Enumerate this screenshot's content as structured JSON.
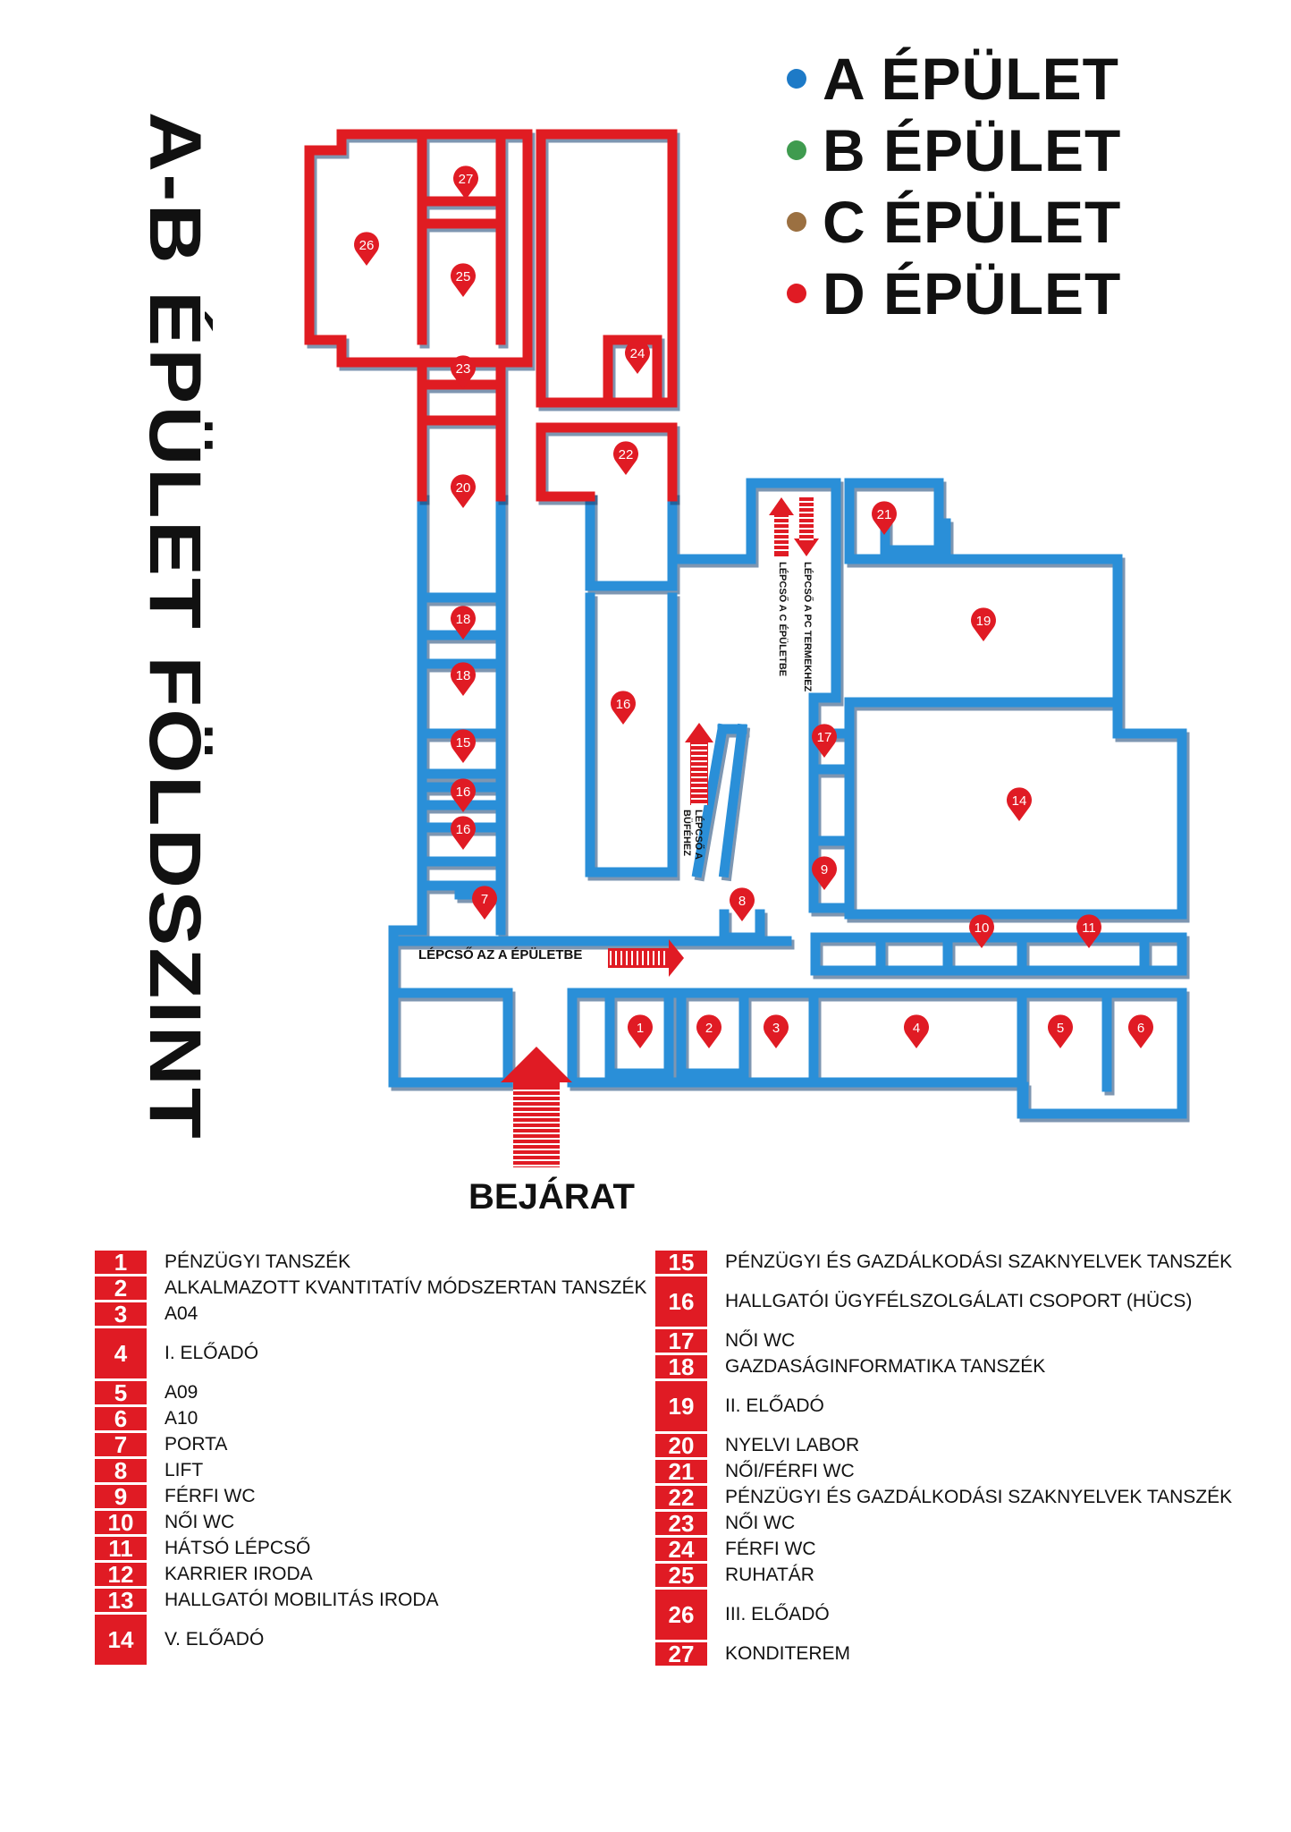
{
  "title": "A-B ÉPÜLET FÖLDSZINT",
  "legend": [
    {
      "label": "A ÉPÜLET",
      "color": "#1d7ac7"
    },
    {
      "label": "B ÉPÜLET",
      "color": "#3f9b4f"
    },
    {
      "label": "C ÉPÜLET",
      "color": "#9b7041"
    },
    {
      "label": "D ÉPÜLET",
      "color": "#e01b24"
    }
  ],
  "colors": {
    "building_a": "#2a8fd8",
    "building_d": "#e01b24",
    "marker": "#e01b24"
  },
  "map": {
    "entrance_label": "BEJÁRAT",
    "stair_labels": {
      "main": "LÉPCSŐ AZ A ÉPÜLETBE",
      "buffet_1": "LÉPCSŐ A",
      "buffet_2": "BÜFÉHEZ",
      "c_building": "LÉPCSŐ A C ÉPÜLETBE",
      "pc_rooms": "LÉPCSŐ A PC TERMEKHEZ"
    },
    "markers": [
      "27",
      "26",
      "25",
      "24",
      "23",
      "22",
      "20",
      "21",
      "18",
      "18",
      "19",
      "16",
      "15",
      "17",
      "14",
      "16",
      "16",
      "9",
      "7",
      "8",
      "10",
      "11",
      "1",
      "2",
      "3",
      "4",
      "5",
      "6"
    ]
  },
  "rooms_left": [
    {
      "num": "1",
      "name": "Pénzügyi tanszék"
    },
    {
      "num": "2",
      "name": "Alkalmazott kvantitatív módszertan tanszék"
    },
    {
      "num": "3",
      "name": "A04"
    },
    {
      "num": "4",
      "name": "I. előadó"
    },
    {
      "num": "5",
      "name": "A09"
    },
    {
      "num": "6",
      "name": "A10"
    },
    {
      "num": "7",
      "name": "Porta"
    },
    {
      "num": "8",
      "name": "Lift"
    },
    {
      "num": "9",
      "name": "Férfi WC"
    },
    {
      "num": "10",
      "name": "Női WC"
    },
    {
      "num": "11",
      "name": "Hátsó lépcső"
    },
    {
      "num": "12",
      "name": "Karrier iroda"
    },
    {
      "num": "13",
      "name": "Hallgatói mobilitás iroda"
    },
    {
      "num": "14",
      "name": "V. előadó"
    }
  ],
  "rooms_right": [
    {
      "num": "15",
      "name": "Pénzügyi és gazdálkodási szaknyelvek tanszék"
    },
    {
      "num": "16",
      "name": "Hallgatói ügyfélszolgálati csoport (HÜCS)"
    },
    {
      "num": "17",
      "name": "Női WC"
    },
    {
      "num": "18",
      "name": "Gazdaságinformatika tanszék"
    },
    {
      "num": "19",
      "name": "II. előadó"
    },
    {
      "num": "20",
      "name": "Nyelvi labor"
    },
    {
      "num": "21",
      "name": "Női/Férfi WC"
    },
    {
      "num": "22",
      "name": "Pénzügyi és gazdálkodási szaknyelvek tanszék"
    },
    {
      "num": "23",
      "name": "Női WC"
    },
    {
      "num": "24",
      "name": "Férfi WC"
    },
    {
      "num": "25",
      "name": "Ruhatár"
    },
    {
      "num": "26",
      "name": "III. előadó"
    },
    {
      "num": "27",
      "name": "Konditerem"
    }
  ]
}
